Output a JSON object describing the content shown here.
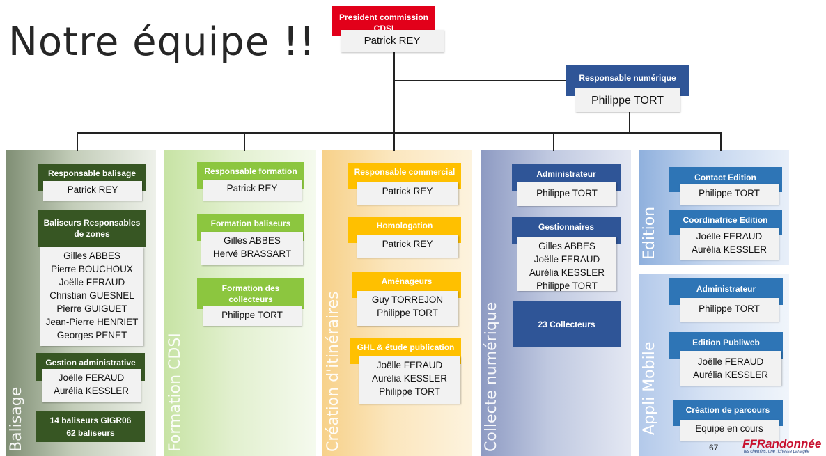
{
  "title": "Notre équipe !!",
  "president": {
    "role": "President commission CDSI",
    "name": "Patrick REY"
  },
  "numerique": {
    "role": "Responsable numérique",
    "name": "Philippe TORT"
  },
  "columns": {
    "balisage": {
      "label": "Balisage"
    },
    "formation": {
      "label": "Formation CDSI"
    },
    "creation": {
      "label": "Création d'itinéraires"
    },
    "collecte": {
      "label": "Collecte numérique"
    },
    "edition": {
      "label": "Edition"
    },
    "appli": {
      "label": "Appli Mobile"
    }
  },
  "balisage": {
    "resp": {
      "role": "Responsable balisage",
      "names": [
        "Patrick REY"
      ]
    },
    "zones": {
      "role_lines": [
        "Baliseurs Responsables",
        "de zones"
      ],
      "names": [
        "Gilles ABBES",
        "Pierre BOUCHOUX",
        "Joëlle FERAUD",
        "Christian GUESNEL",
        "Pierre GUIGUET",
        "Jean-Pierre HENRIET",
        "Georges PENET"
      ]
    },
    "admin": {
      "role": "Gestion administrative",
      "names": [
        "Joëlle FERAUD",
        "Aurélia KESSLER"
      ]
    },
    "count": {
      "lines": [
        "14 baliseurs GIGR06",
        "62 baliseurs"
      ]
    }
  },
  "formation": {
    "resp": {
      "role": "Responsable formation",
      "names": [
        "Patrick REY"
      ]
    },
    "baliseurs": {
      "role": "Formation baliseurs",
      "names": [
        "Gilles ABBES",
        "Hervé BRASSART"
      ]
    },
    "collecteurs": {
      "role_lines": [
        "Formation des",
        "collecteurs"
      ],
      "names": [
        "Philippe TORT"
      ]
    }
  },
  "creation": {
    "commercial": {
      "role": "Responsable commercial",
      "names": [
        "Patrick REY"
      ]
    },
    "homologation": {
      "role": "Homologation",
      "names": [
        "Patrick REY"
      ]
    },
    "amenageurs": {
      "role": "Aménageurs",
      "names": [
        "Guy TORREJON",
        "Philippe TORT"
      ]
    },
    "ghl": {
      "role": "GHL & étude publication",
      "names": [
        "Joëlle FERAUD",
        "Aurélia KESSLER",
        "Philippe TORT"
      ]
    }
  },
  "collecte": {
    "admin": {
      "role": "Administrateur",
      "names": [
        "Philippe TORT"
      ]
    },
    "gest": {
      "role": "Gestionnaires",
      "names": [
        "Gilles ABBES",
        "Joëlle FERAUD",
        "Aurélia KESSLER",
        "Philippe TORT"
      ]
    },
    "collecteurs": {
      "label": "23 Collecteurs"
    }
  },
  "edition": {
    "contact": {
      "role": "Contact Edition",
      "names": [
        "Philippe TORT"
      ]
    },
    "coord": {
      "role": "Coordinatrice Edition",
      "names": [
        "Joëlle FERAUD",
        "Aurélia KESSLER"
      ]
    }
  },
  "appli": {
    "admin": {
      "role": "Administrateur",
      "names": [
        "Philippe TORT"
      ]
    },
    "publiweb": {
      "role": "Edition Publiweb",
      "names": [
        "Joëlle FERAUD",
        "Aurélia KESSLER"
      ]
    },
    "parcours": {
      "role": "Création de parcours",
      "names": [
        "Equipe en cours"
      ]
    }
  },
  "footer": {
    "page": "67",
    "logo": "FFRandonnée",
    "tagline": "les chemins, une richesse partagée"
  },
  "colors": {
    "red": "#e2001a",
    "navy": "#2f5597",
    "green": "#375623",
    "lime": "#8cc63f",
    "gold": "#ffc000",
    "blue": "#2e75b6"
  }
}
